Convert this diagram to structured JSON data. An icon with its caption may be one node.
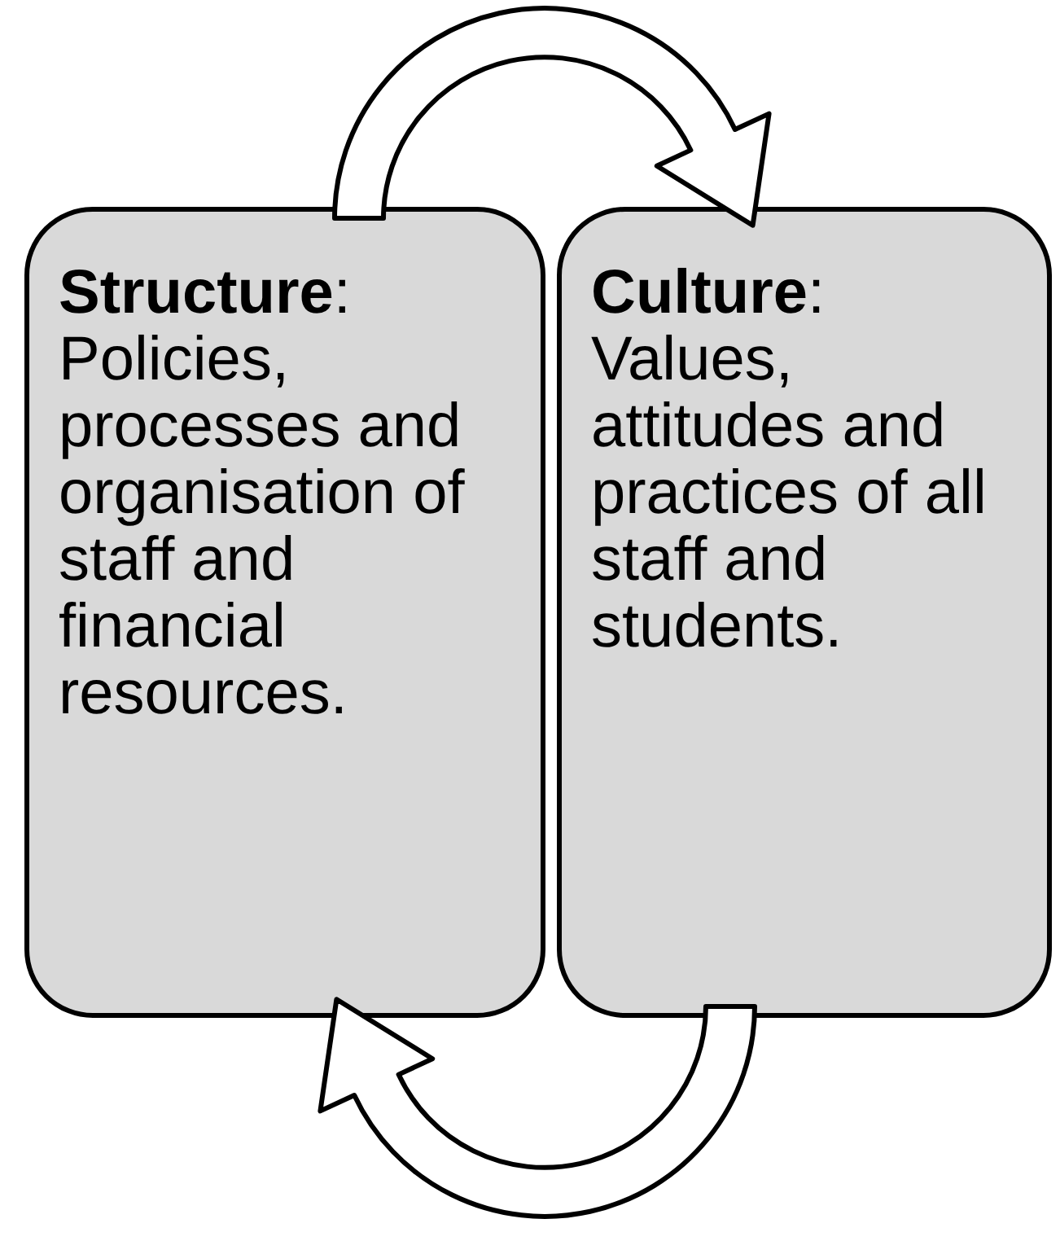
{
  "diagram": {
    "nodes": [
      {
        "text": [
          "**Structure**:",
          "Policies, processes and organisation of staff and financial resources."
        ]
      },
      {
        "text": [
          "**Culture**:",
          "Values, attitudes and practices of all staff and students."
        ]
      }
    ],
    "edges": [
      {
        "from": 0,
        "to": 1,
        "arrow": "to"
      },
      {
        "from": 1,
        "to": 0,
        "arrow": "to"
      }
    ]
  }
}
